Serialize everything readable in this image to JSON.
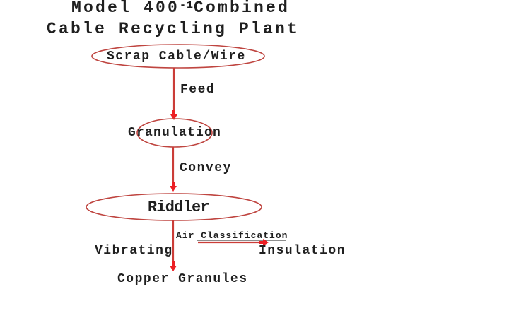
{
  "title": {
    "line1_part1": "Model 400",
    "line1_sup": "-1",
    "line1_part2": "Combined",
    "line2": "Cable Recycling Plant"
  },
  "nodes": {
    "scrap": "Scrap Cable/Wire",
    "granulation": "Granulation",
    "riddler": "Riddler"
  },
  "flow_labels": {
    "feed": "Feed",
    "convey": "Convey",
    "air_classification": "Air Classification",
    "vibrating": "Vibrating",
    "insulation": "Insulation",
    "copper_granules": "Copper Granules"
  },
  "colors": {
    "ellipse_stroke": "#bf4540",
    "arrow_stem": "#cb3d38",
    "arrow_head": "#ec1f24",
    "underline": "#4a4a4a",
    "text": "#1f1f1f",
    "background": "#ffffff"
  }
}
